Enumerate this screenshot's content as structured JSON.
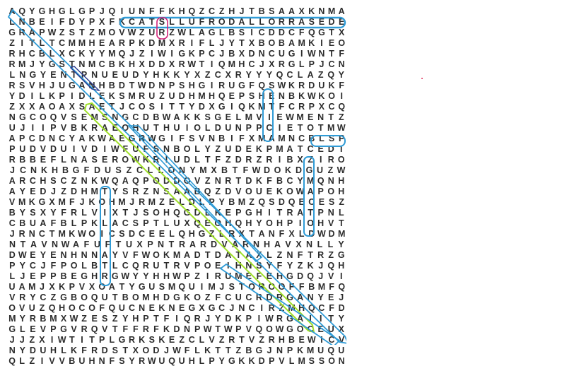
{
  "puzzle": {
    "rows": [
      "AQYGHGLGPJQIUNFFKHQZCZHJTBSAAXKNMA",
      "LNBEIFDYPXFKCATSLLUFRODALLORRASEDE",
      "GRAPWZSTZMOVWZURZWLAGLBSICDDCFQGTX",
      "ZITLTCMMHEARPKDMXRIFLJYTXBOBAMKIEO",
      "RHCBLXCKYYMQJZIWIGKPCJBXDNCUGIWNTF",
      "RMJYGSTNMCBKHXDDXRWTIQMHCJXRGLPJCN",
      "LNGYENTPNUEUDYHKKYXZCXRYYYQCLAZQY",
      "RSVHJUGANHBDTWDNPSHGIRUGFQSWKRDUKF",
      "YDILKPIDLEKSMRUZUDHMHQEPSHENBKWKOI",
      "ZXXAOAXSAETJCOSITTYDXGIQKMTFCRPXCQ",
      "NGCOQVSEMSNGCDBWAKKSGELMVIEWMENTZ",
      "UJIIPVBKRAEOHUTHUIOLDUNPPCIETOTMW",
      "APCDNCYAKWAEGRWGIFSVNBIFXMAMNCBLSP",
      "PUDVDUIVDIWFUFSNBOLYZUDEKPMATCEDI",
      "RBBEFLNASEROWKRIUDLTFZDRZRIBXZIRO",
      "JCNKHBGFDUSZCLLONYMXBTFWDOKDGUZW",
      "ARCHSCZNKWQAQPODDOVZNRTDKFBCYMQNH",
      "AYEDJZDHMTYSRZNSAABQZDVOUEKOWAPOH",
      "VMKGXMFJKOHMJRMZELDLPYBMZQSDQECESZ",
      "BYSXYFRLVIXTJSOHQGDLKEPGHITRATPNL",
      "CBUAFBLPKLACSPTLUXQEOHQHYOHPIOHVT",
      "JRNCTMKWOICSDCEELQHGZLRXTANFXLDWDM",
      "NTAVNWAFUFTUXPNTRARDVARNHAVXNLLY",
      "DWEYENHNNAYVFWOKMADTDATAXLZNFTRZG",
      "PYCJFPOLBTLCQRUTRVPOEIHNSYFYZKJQH",
      "LJEPPBEGHRGWYYHHWPZIRUMEFEHGDQJVI",
      "UAMJXKPVXOATYGUSMQUIMJSTOROOFFBMFQ",
      "VRYCZGBOQUTBOMHDGKOZFCUCRDRGANYEJ",
      "OVUZQHOCOFQUCNEKNEGXGCJNCIRZMHQCFD",
      "MYRBMXWZESZYHPTFIQRJYDKPIWRGAIITY",
      "GLEVPGVRQVTFFRFKDNPWTWPVQOWGOCEUX",
      "JJZXIWTITPLGRKSKEZCLVZRTVZRHBEWICV",
      "NYDUHLKFRDSTXODJWFLKTTZBGJNPKMUQU",
      "QLZIVVBUHNFSYRWUQUHLPYGKKDPVLMSSON"
    ],
    "colors": {
      "letter": "#2b2b2b",
      "highlight_blue": "#2f9bd6",
      "highlight_green": "#9fe02a",
      "highlight_magenta": "#d4237a",
      "highlight_navy": "#2a3a8c"
    }
  }
}
